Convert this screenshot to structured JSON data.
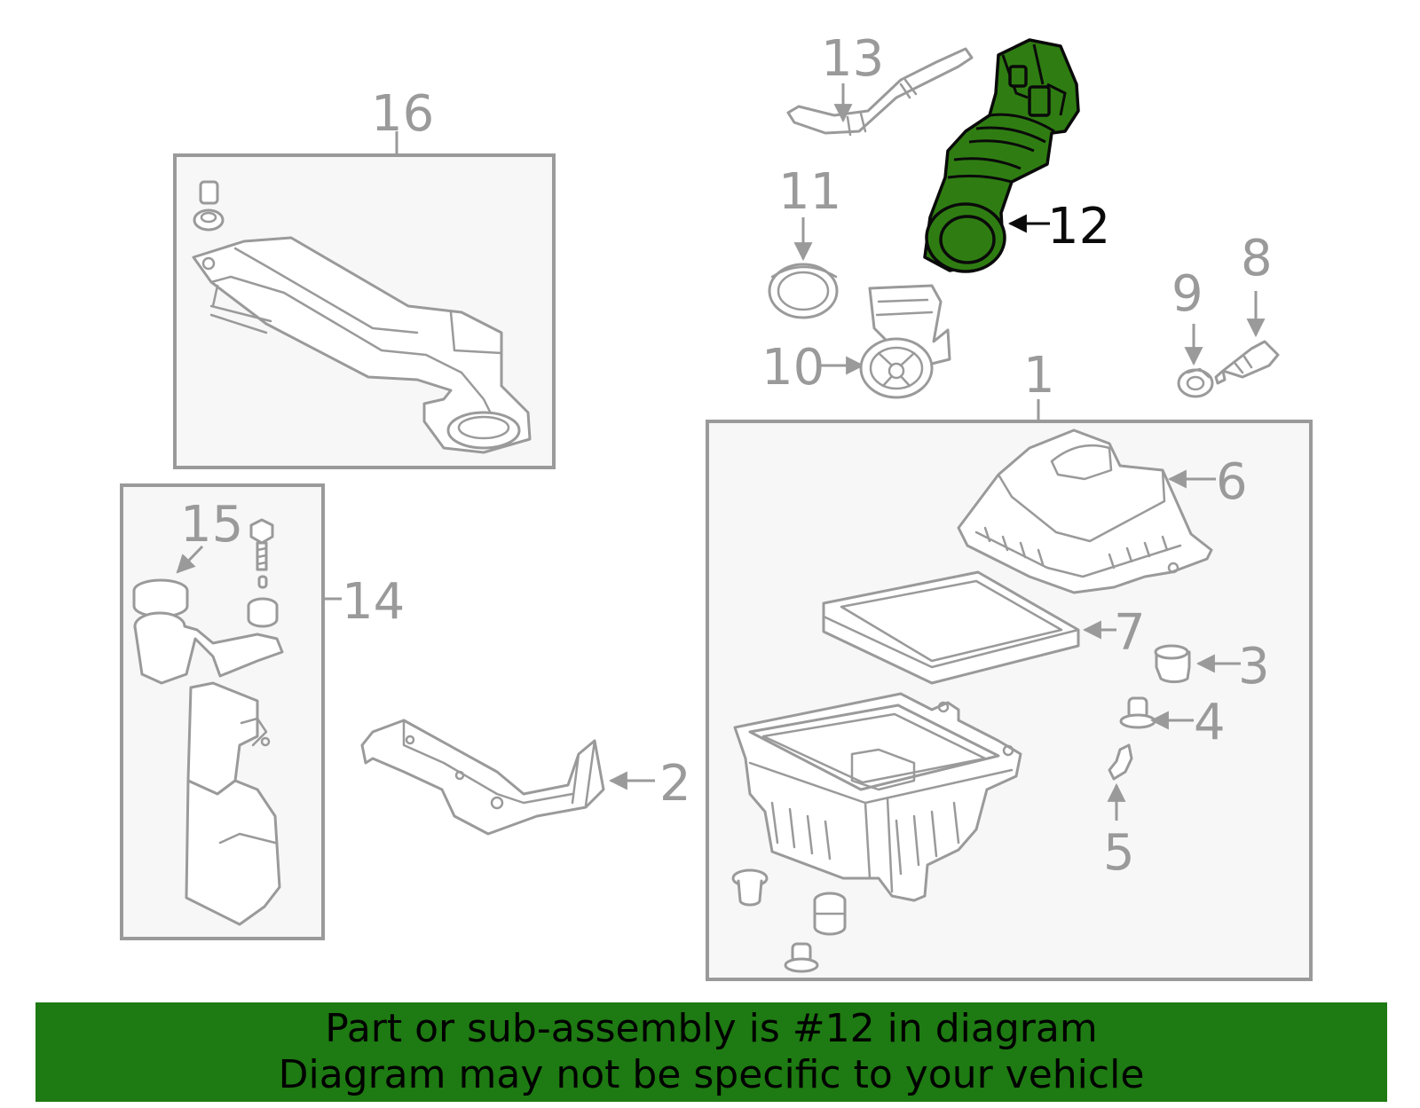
{
  "highlight_color": "#2f7d12",
  "banner_color": "#1e7a12",
  "callouts": {
    "c1": "1",
    "c2": "2",
    "c3": "3",
    "c4": "4",
    "c5": "5",
    "c6": "6",
    "c7": "7",
    "c8": "8",
    "c9": "9",
    "c10": "10",
    "c11": "11",
    "c12": "12",
    "c13": "13",
    "c14": "14",
    "c15": "15",
    "c16": "16"
  },
  "banner": {
    "line1": "Part or sub-assembly is #12 in diagram",
    "line2": "Diagram may not be specific to your vehicle"
  }
}
